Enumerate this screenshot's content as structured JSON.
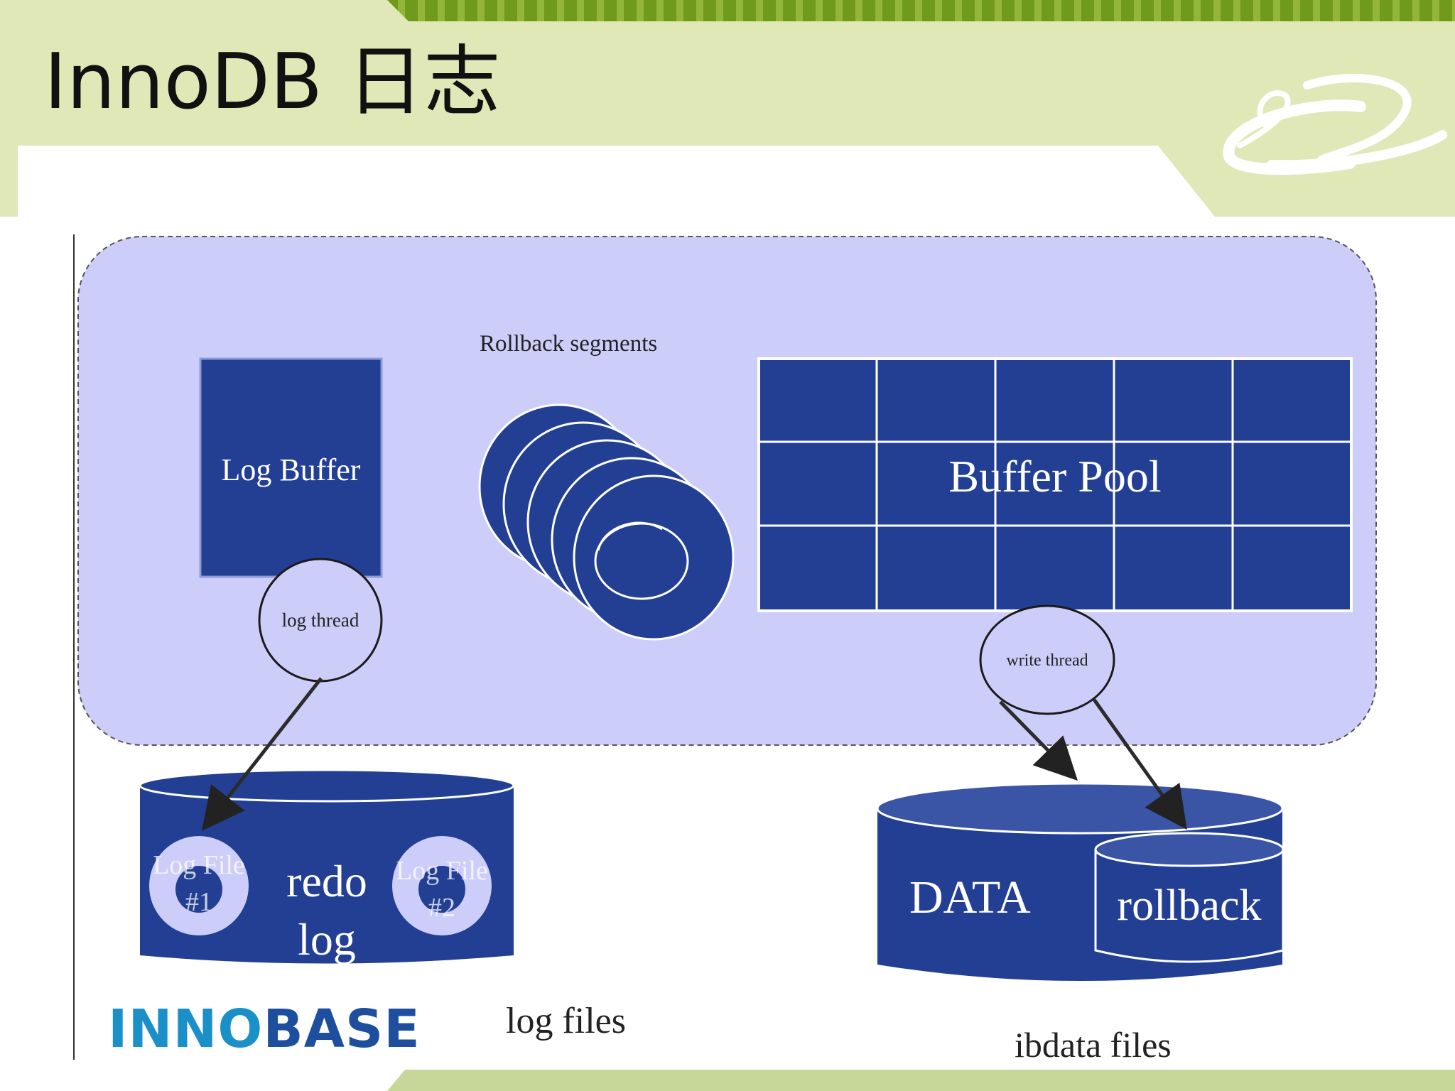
{
  "slide": {
    "title": "InnoDB 日志"
  },
  "diagram": {
    "rollback_segments_label": "Rollback segments",
    "log_buffer_label": "Log Buffer",
    "log_thread_label": "log thread",
    "buffer_pool_label": "Buffer Pool",
    "write_thread_label": "write thread",
    "redo_log_label_line1": "redo",
    "redo_log_label_line2": "log",
    "log_file_1_label_line1": "Log File",
    "log_file_1_label_line2": "#1",
    "log_file_2_label_line1": "Log File",
    "log_file_2_label_line2": "#2",
    "data_label": "DATA",
    "rollback_label": "rollback",
    "log_files_caption": "log files",
    "ibdata_files_caption": "ibdata files"
  },
  "logo": {
    "brand_part1": "INNO",
    "brand_part2": "BASE"
  },
  "colors": {
    "header_green": "#dfe8b6",
    "stripe_green": "#6f9a1c",
    "container_fill": "#cdcdfa",
    "box_blue": "#233f94",
    "cylinder_top": "#3a55a6",
    "accent_blue": "#1a8fc8"
  }
}
